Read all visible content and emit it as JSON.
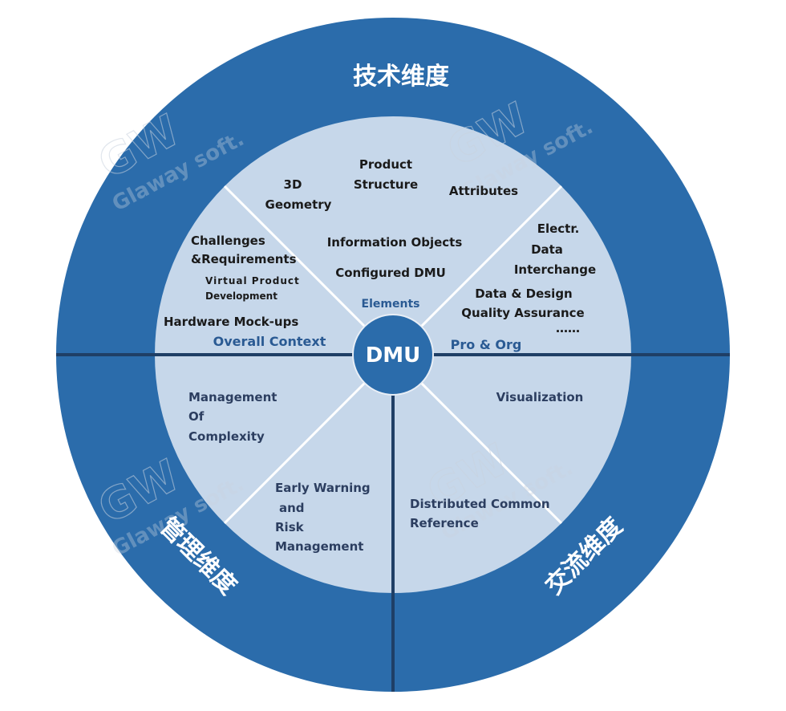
{
  "colors": {
    "outer_ring": "#2b6cab",
    "inner_disk": "#c6d7ea",
    "divider": "#ffffff",
    "hub": "#2b6cab",
    "thick_line": "#1f3f66"
  },
  "outer": {
    "top_title": "技术维度",
    "bottom_left_title": "管理维度",
    "bottom_right_title": "交流维度"
  },
  "center": {
    "label": "DMU"
  },
  "sections": {
    "overall_context": "Overall Context",
    "elements": "Elements",
    "pro_org": "Pro & Org"
  },
  "top_items": {
    "geometry_line1": "3D",
    "geometry_line2": "Geometry",
    "product_line1": "Product",
    "product_line2": "Structure",
    "attributes": "Attributes",
    "information_objects": "Information Objects",
    "configured_dmu": "Configured DMU",
    "challenges_line1": "Challenges",
    "challenges_line2": "&Requirements",
    "virtual_line1": "Virtual Product",
    "virtual_line2": "Development",
    "hardware_mockups": "Hardware Mock-ups",
    "electr_line1": "Electr.",
    "electr_line2": "Data",
    "electr_line3": "Interchange",
    "quality_line1": "Data & Design",
    "quality_line2": "Quality Assurance",
    "ellipsis": "……"
  },
  "bottom_items": {
    "complexity_line1": "Management",
    "complexity_line2": "Of",
    "complexity_line3": "Complexity",
    "warning_line1": "Early Warning",
    "warning_line2": "and",
    "warning_line3": "Risk",
    "warning_line4": "Management",
    "distributed_line1": "Distributed Common",
    "distributed_line2": "Reference",
    "visualization": "Visualization"
  },
  "watermark": {
    "logo": "GW",
    "text": "Glaway soft."
  }
}
